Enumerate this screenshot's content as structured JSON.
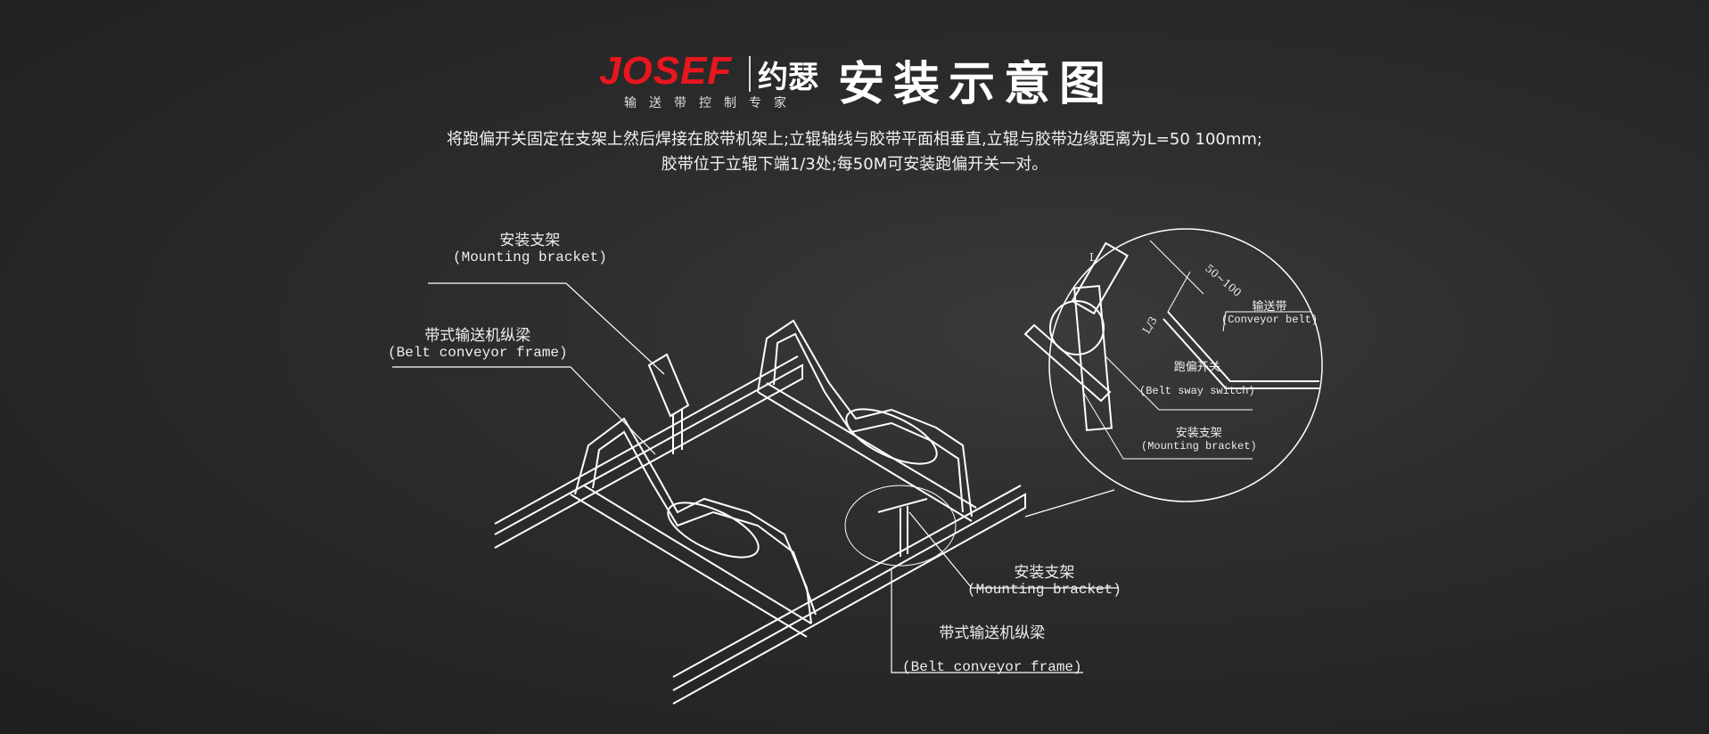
{
  "header": {
    "brand_en": "JOSEF",
    "brand_cn": "约瑟",
    "slogan": "输送带控制专家",
    "title": "安装示意图"
  },
  "description": {
    "line1": "将跑偏开关固定在支架上然后焊接在胶带机架上;立辊轴线与胶带平面相垂直,立辊与胶带边缘距离为L=50 100mm;",
    "line2": "胶带位于立辊下端1/3处;每50M可安装跑偏开关一对。"
  },
  "labels": {
    "mounting_bracket_top": {
      "cn": "安装支架",
      "en": "(Mounting bracket)"
    },
    "frame_top": {
      "cn": "带式输送机纵梁",
      "en": "(Belt conveyor frame)"
    },
    "mounting_bracket_bottom": {
      "cn": "安装支架",
      "en": "(Mounting bracket)"
    },
    "frame_bottom": {
      "cn": "带式输送机纵梁",
      "en": "(Belt conveyor frame)"
    }
  },
  "detail": {
    "dim_l": "L",
    "dim_range": "50~100",
    "dim_third": "L/3",
    "conveyor_belt": {
      "cn": "输送带",
      "en": "(Conveyor belt)"
    },
    "sway_switch": {
      "cn": "跑偏开关",
      "en": "(Belt sway switch)"
    },
    "bracket": {
      "cn": "安装支架",
      "en": "(Mounting bracket)"
    }
  },
  "colors": {
    "brand": "#e8161e",
    "background": "#2c2c2c",
    "line": "#ffffff"
  }
}
